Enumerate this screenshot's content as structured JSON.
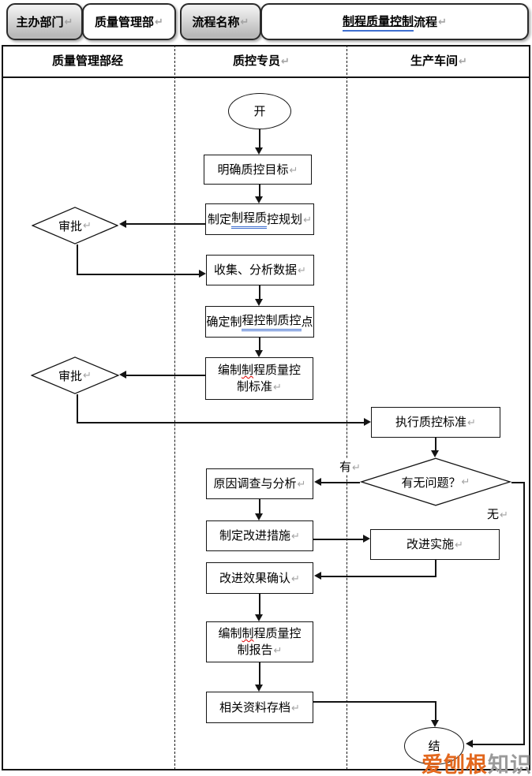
{
  "header": {
    "dept_label": "主办部门",
    "dept_value": "质量管理部",
    "flow_label": "流程名称",
    "flow_title_marked": "制程质量控制",
    "flow_title_rest": "流程"
  },
  "lanes": {
    "lane1": "质量管理部经",
    "lane2": "质控专员",
    "lane3": "生产车间"
  },
  "marks": {
    "ret": "↵"
  },
  "nodes": {
    "start": "开",
    "goal": "明确质控目标",
    "plan_pre": "制定",
    "plan_marked": "制程质",
    "plan_post": "控规划",
    "approve1": "审批",
    "collect": "收集、分析数据",
    "points_pre": "确定制",
    "points_marked": "程控制质控",
    "points_post": "点",
    "std_pre": "编制",
    "std_sp": "制",
    "std_post": "程质量控",
    "std_line2": "制标准",
    "approve2": "审批",
    "execute": "执行质控标准",
    "question": "有无问题？",
    "cause": "原因调查与分析",
    "measure": "制定改进措施",
    "implement": "改进实施",
    "confirm": "改进效果确认",
    "report_pre": "编制",
    "report_sp": "制",
    "report_post": "程质量控",
    "report_line2": "制报告",
    "archive": "相关资料存档",
    "end": "结"
  },
  "edge_labels": {
    "yes": "有",
    "no": "无"
  },
  "watermark": {
    "brand": "爱刨根",
    "suffix": "知识网"
  },
  "colors": {
    "watermark_brand": "#e2671d",
    "watermark_suffix": "#9a9a9a",
    "grammar_underline": "#3f6fd0",
    "spell_underline": "#e00000",
    "line": "#141414"
  }
}
